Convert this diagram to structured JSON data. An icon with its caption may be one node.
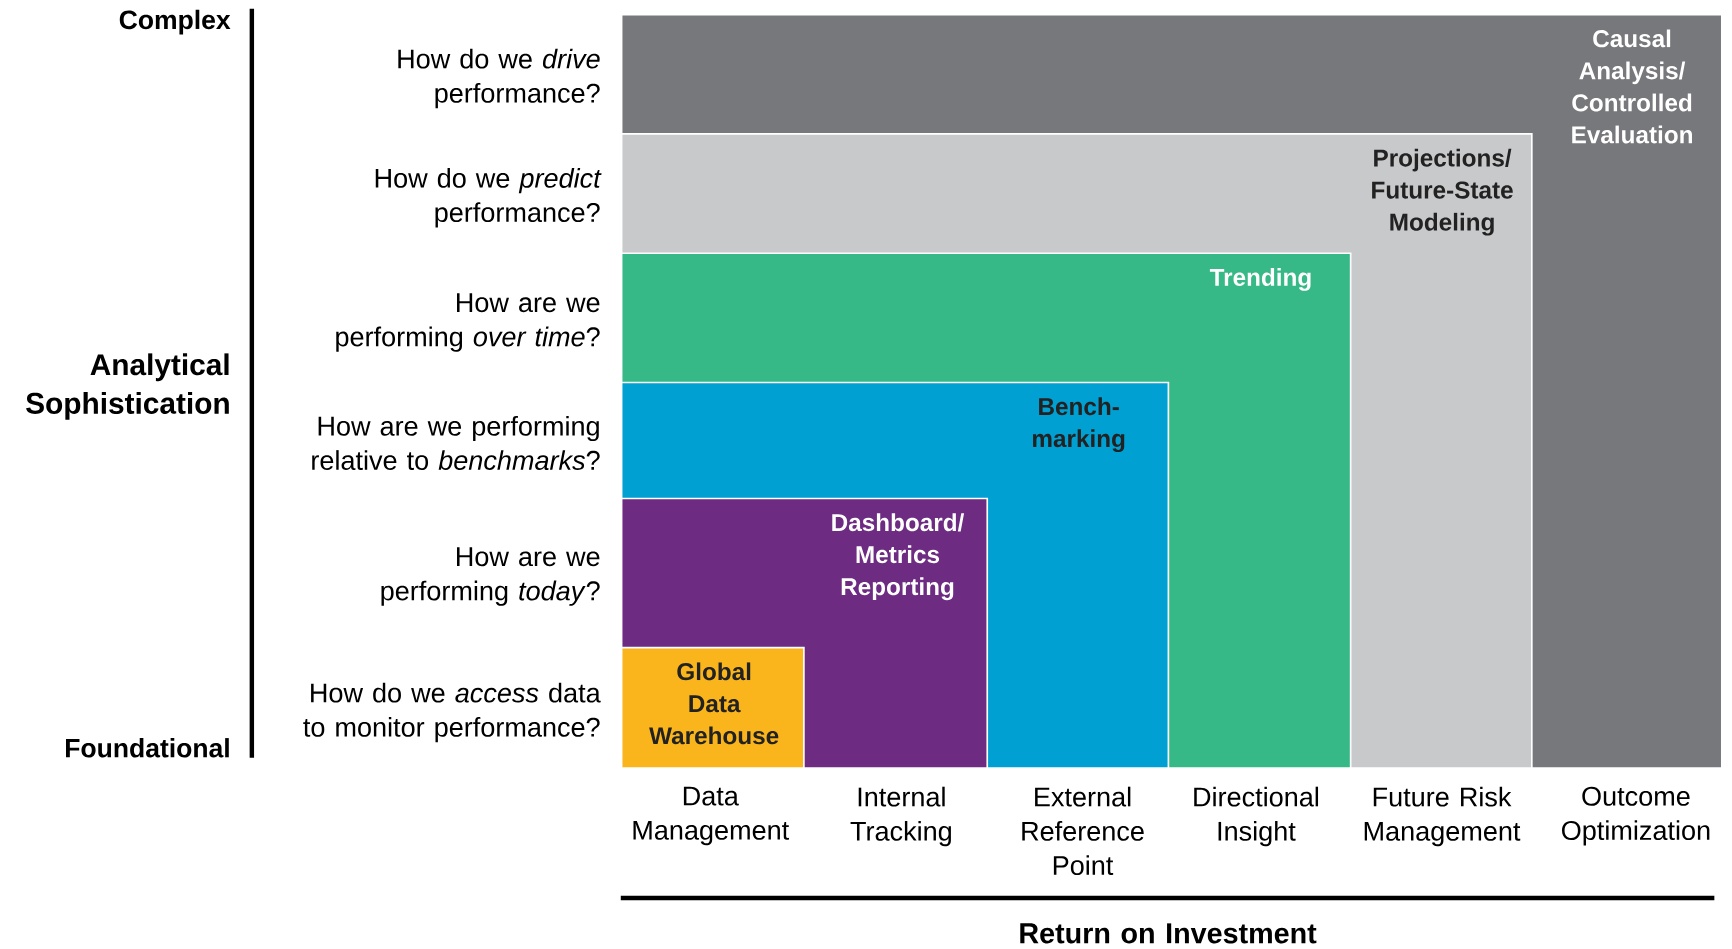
{
  "diagram": {
    "nodes": [
      {
        "text": [
          "Causal Analysis/ Controlled Evaluation"
        ]
      },
      {
        "text": [
          "Projections/ Future-State Modeling"
        ],
        "in": 0
      },
      {
        "text": [
          "Trending"
        ],
        "in": 1
      },
      {
        "text": [
          "Bench- marking"
        ],
        "in": 2
      },
      {
        "text": [
          "Dashboard/ Metrics Reporting"
        ],
        "in": 3
      },
      {
        "text": [
          "Global Data Warehouse"
        ],
        "in": 4
      }
    ],
    "edges": [],
    "labels": [
      "Complex",
      "Analytical Sophistication",
      "Foundational",
      "How do we *drive* performance?",
      "How do we *predict* performance?",
      "How are we performing *over time*?",
      "How are we performing relative to *benchmarks*?",
      "How are we performing *today*?",
      "How do we *access* data to monitor performance?",
      "Data Management",
      "Internal Tracking",
      "External Reference Point",
      "Directional Insight",
      "Future Risk Management",
      "Outcome Optimization",
      "Return on Investment"
    ]
  }
}
